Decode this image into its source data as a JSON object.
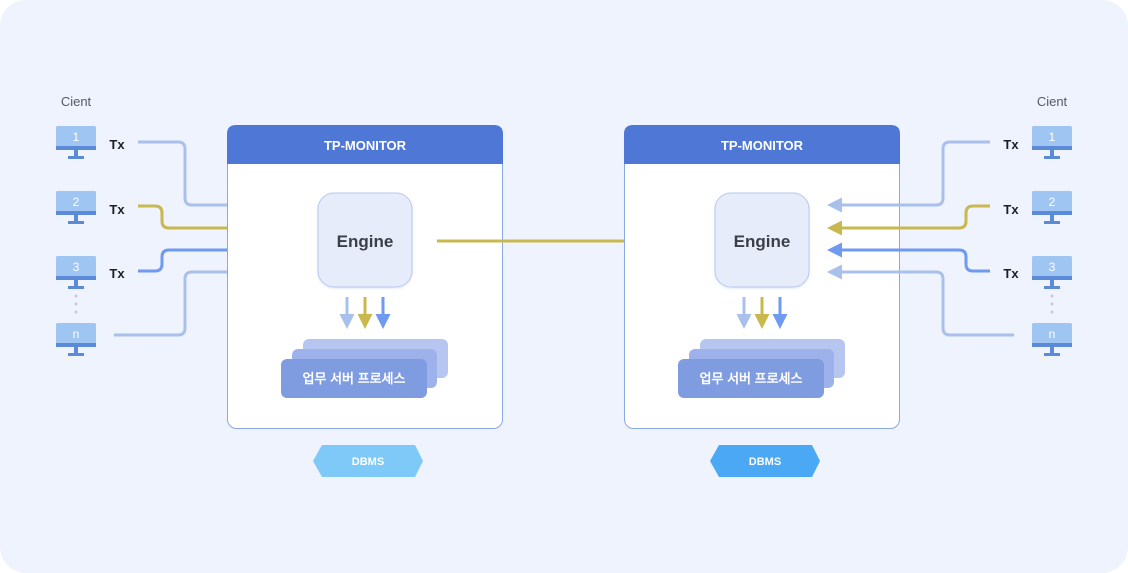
{
  "colors": {
    "background": "#eef3fe",
    "monitor_header": "#4f78d6",
    "panel_border": "#8aa7e8",
    "engine_fill": "#e6ecfa",
    "engine_border": "#b8c8ef",
    "process_front": "#7f9ce1",
    "process_back": "#aebfee",
    "client_screen": "#9fc6f2",
    "client_stand": "#5b8bd6",
    "arrow_light": "#a9c0ec",
    "arrow_gold": "#c9b84e",
    "arrow_blue": "#6f9af0",
    "dbms_left": "#7ec9f7",
    "dbms_right": "#4aa8f4"
  },
  "left": {
    "client_title": "Cient",
    "clients": [
      {
        "label": "1",
        "tx": "Tx"
      },
      {
        "label": "2",
        "tx": "Tx"
      },
      {
        "label": "3",
        "tx": "Tx"
      },
      {
        "label": "n",
        "tx": ""
      }
    ],
    "monitor": {
      "title": "TP-MONITOR",
      "engine": "Engine",
      "process": "업무 서버 프로세스"
    },
    "dbms": "DBMS"
  },
  "right": {
    "client_title": "Cient",
    "clients": [
      {
        "label": "1",
        "tx": "Tx"
      },
      {
        "label": "2",
        "tx": "Tx"
      },
      {
        "label": "3",
        "tx": "Tx"
      },
      {
        "label": "n",
        "tx": ""
      }
    ],
    "monitor": {
      "title": "TP-MONITOR",
      "engine": "Engine",
      "process": "업무 서버 프로세스"
    },
    "dbms": "DBMS"
  }
}
